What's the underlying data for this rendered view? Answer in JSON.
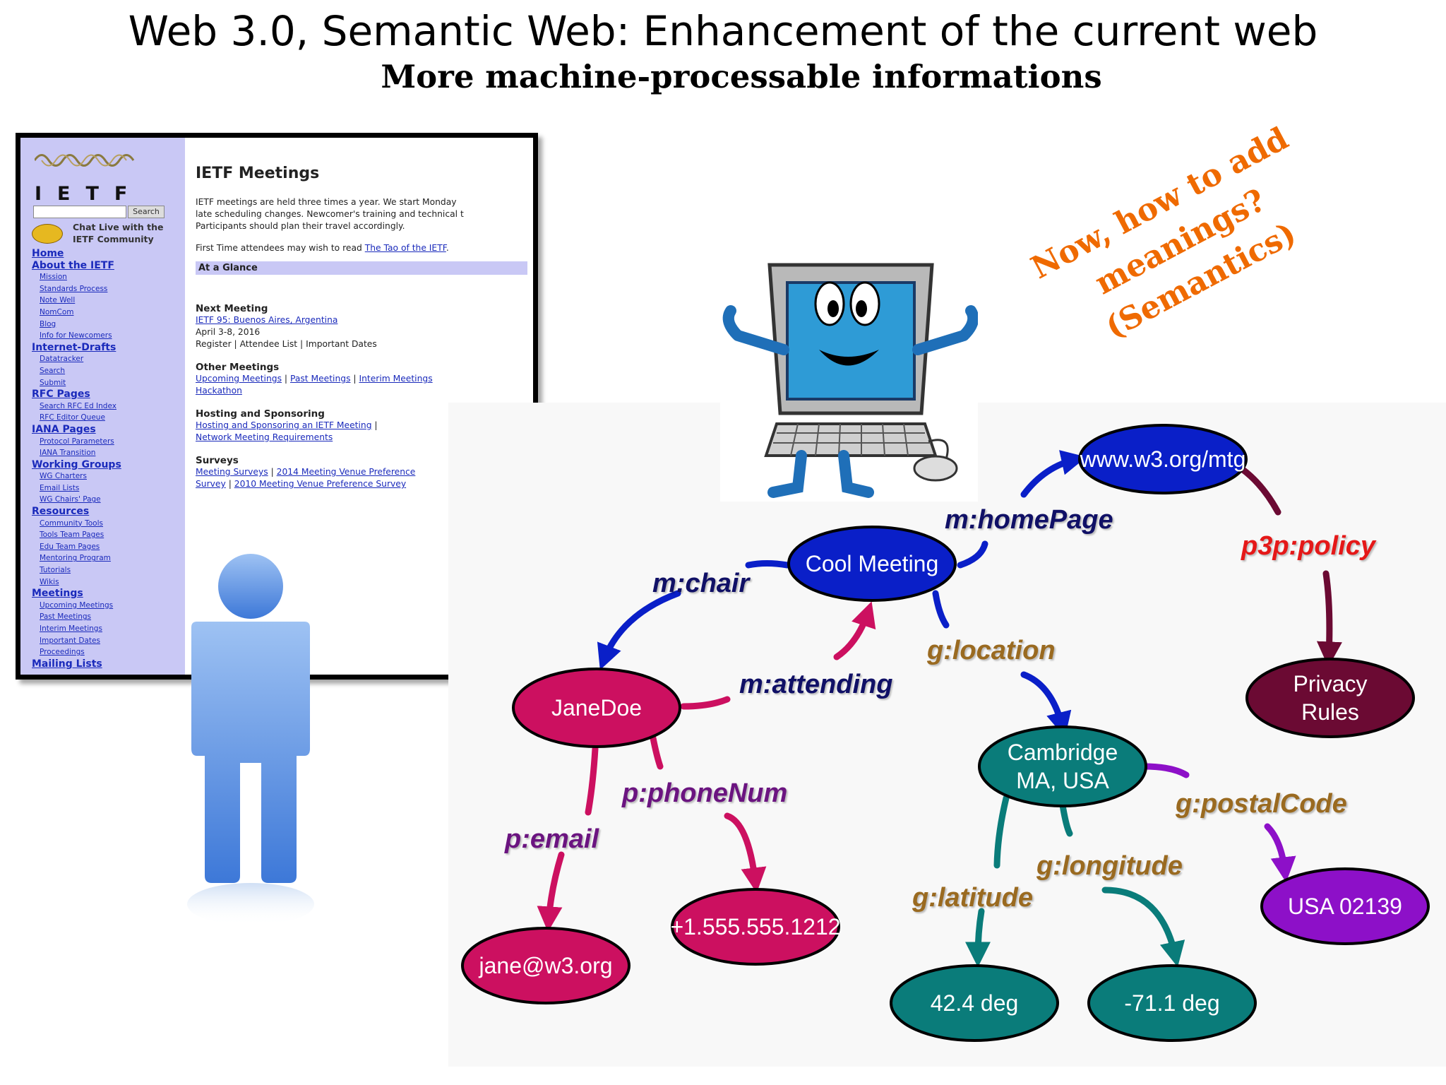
{
  "title": "Web 3.0, Semantic Web: Enhancement of the current web",
  "subtitle": "More machine-processable informations",
  "question": "Now, how to add\nmeanings?\n(Semantics)",
  "ietf": {
    "logo": "IETF",
    "search_button": "Search",
    "chat": "Chat Live with the IETF Community",
    "nav": [
      {
        "label": "Home",
        "level": 0
      },
      {
        "label": "About the IETF",
        "level": 0
      },
      {
        "label": "Mission",
        "level": 1
      },
      {
        "label": "Standards Process",
        "level": 1
      },
      {
        "label": "Note Well",
        "level": 1
      },
      {
        "label": "NomCom",
        "level": 1
      },
      {
        "label": "Blog",
        "level": 1
      },
      {
        "label": "Info for Newcomers",
        "level": 1
      },
      {
        "label": "Internet-Drafts",
        "level": 0
      },
      {
        "label": "Datatracker",
        "level": 1
      },
      {
        "label": "Search",
        "level": 1
      },
      {
        "label": "Submit",
        "level": 1
      },
      {
        "label": "RFC Pages",
        "level": 0
      },
      {
        "label": "Search RFC Ed Index",
        "level": 1
      },
      {
        "label": "RFC Editor Queue",
        "level": 1
      },
      {
        "label": "IANA Pages",
        "level": 0
      },
      {
        "label": "Protocol Parameters",
        "level": 1
      },
      {
        "label": "IANA Transition",
        "level": 1
      },
      {
        "label": "Working Groups",
        "level": 0
      },
      {
        "label": "WG Charters",
        "level": 1
      },
      {
        "label": "Email Lists",
        "level": 1
      },
      {
        "label": "WG Chairs' Page",
        "level": 1
      },
      {
        "label": "Resources",
        "level": 0
      },
      {
        "label": "Community Tools",
        "level": 1
      },
      {
        "label": "Tools Team Pages",
        "level": 1
      },
      {
        "label": "Edu Team Pages",
        "level": 1
      },
      {
        "label": "Mentoring Program",
        "level": 1
      },
      {
        "label": "Tutorials",
        "level": 1
      },
      {
        "label": "Wikis",
        "level": 1
      },
      {
        "label": "Meetings",
        "level": 0
      },
      {
        "label": "Upcoming Meetings",
        "level": 1
      },
      {
        "label": "Past Meetings",
        "level": 1
      },
      {
        "label": "Interim Meetings",
        "level": 1
      },
      {
        "label": "Important Dates",
        "level": 1
      },
      {
        "label": "Proceedings",
        "level": 1
      },
      {
        "label": "Mailing Lists",
        "level": 0
      }
    ],
    "page_title": "IETF Meetings",
    "intro": [
      "IETF meetings are held three times a year. We start Monday",
      "late scheduling changes. Newcomer's training and technical t",
      "Participants should plan their travel accordingly."
    ],
    "first_time_prefix": "First Time attendees may wish to read ",
    "first_time_link": "The Tao of the IETF",
    "first_time_suffix": ".",
    "glance": "At a Glance",
    "next_heading": "Next Meeting",
    "next_link": "IETF 95: Buenos Aires, Argentina",
    "next_date": "April 3-8, 2016",
    "next_links": "Register  |  Attendee List  |  Important Dates",
    "other_heading": "Other Meetings",
    "other_upcoming": "Upcoming Meetings",
    "other_past": "Past Meetings",
    "other_interim": "Interim Meetings",
    "other_hackathon": "Hackathon",
    "hosting_heading": "Hosting and Sponsoring",
    "hosting_link1": "Hosting and Sponsoring an IETF Meeting",
    "hosting_link2": "Network Meeting Requirements",
    "surveys_heading": "Surveys",
    "survey1": "Meeting Surveys",
    "survey2": "2014 Meeting Venue Preference",
    "survey3": "Survey",
    "survey4": "2010 Meeting Venue Preference Survey"
  },
  "graph": {
    "nodes": {
      "cool_meeting": "Cool Meeting",
      "w3": "www.w3.org/mtg",
      "privacy": "Privacy\nRules",
      "janedoe": "JaneDoe",
      "cambridge": "Cambridge\nMA, USA",
      "email": "jane@w3.org",
      "phone": "+1.555.555.1212",
      "usa": "USA 02139",
      "lat_val": "42.4 deg",
      "lon_val": "-71.1 deg"
    },
    "edges": {
      "homepage": "m:homePage",
      "policy": "p3p:policy",
      "chair": "m:chair",
      "attending": "m:attending",
      "location": "g:location",
      "phone": "p:phoneNum",
      "email": "p:email",
      "postal": "g:postalCode",
      "longitude": "g:longitude",
      "latitude": "g:latitude"
    },
    "colors": {
      "blue": "#0a1fc8",
      "crimson": "#cc1060",
      "teal": "#0a7c7a",
      "maroon": "#6b0a33",
      "purple": "#8d10c8",
      "label_red": "#e51818",
      "label_purple": "#6b1480",
      "label_olive": "#9a6a20",
      "label_blue": "#101066"
    }
  }
}
